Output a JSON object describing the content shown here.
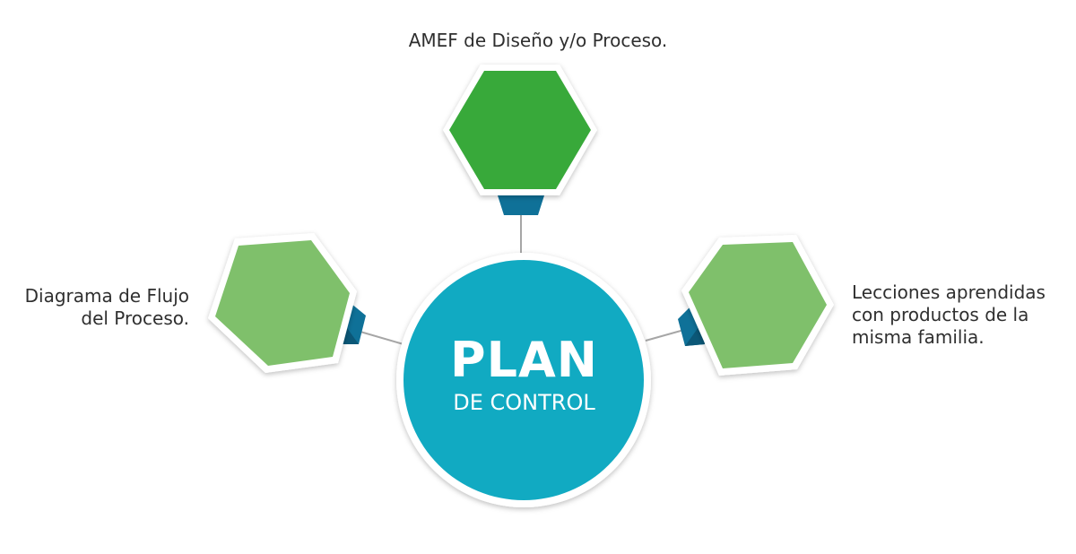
{
  "center": {
    "title": "PLAN",
    "subtitle": "DE CONTROL"
  },
  "nodes": {
    "top": {
      "label": "AMEF de Diseño y/o Proceso."
    },
    "left": {
      "lines": [
        "Diagrama de Flujo",
        "del Proceso."
      ]
    },
    "right": {
      "lines": [
        "Lecciones aprendidas",
        "con productos de la",
        "misma familia."
      ]
    }
  },
  "colors": {
    "dark_green": "#38a93a",
    "light_green": "#7fc06b",
    "teal": "#11aac2",
    "tab_blue": "#0f7198",
    "tab_blue_dark": "#0b5777",
    "connector": "#a6a6a6",
    "text": "#2f2f2f"
  }
}
